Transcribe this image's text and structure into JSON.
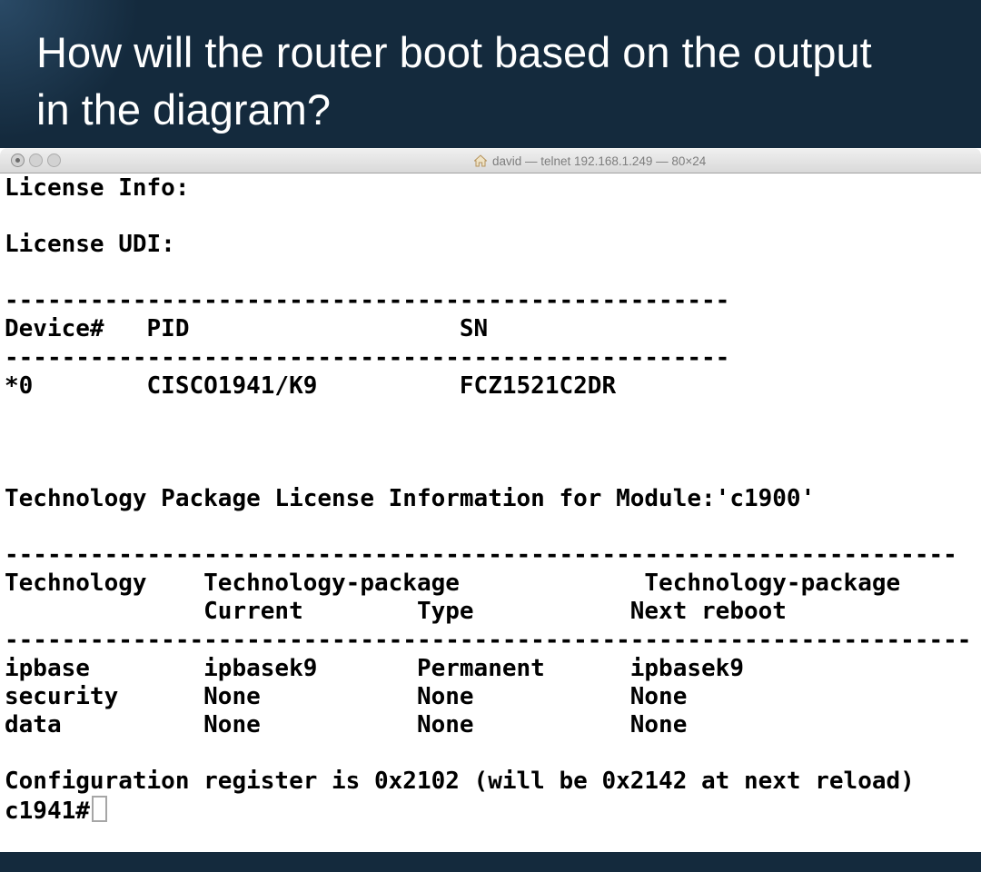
{
  "question": {
    "line1": "How will the router boot based on the output",
    "line2": "in the diagram?"
  },
  "window": {
    "title": "david — telnet 192.168.1.249 — 80×24",
    "home_icon": "home-icon",
    "buttons": {
      "close": "close-button",
      "minimize": "minimize-button",
      "zoom": "zoom-button"
    }
  },
  "terminal": {
    "output_lines": [
      "License Info:",
      "",
      "License UDI:",
      "",
      "---------------------------------------------------",
      "Device#   PID                   SN",
      "---------------------------------------------------",
      "*0        CISCO1941/K9          FCZ1521C2DR",
      "",
      "",
      "",
      "Technology Package License Information for Module:'c1900'",
      "",
      "-------------------------------------------------------------------",
      "Technology    Technology-package             Technology-package",
      "              Current        Type           Next reboot",
      "--------------------------------------------------------------------",
      "ipbase        ipbasek9       Permanent      ipbasek9",
      "security      None           None           None",
      "data          None           None           None",
      "",
      "Configuration register is 0x2102 (will be 0x2142 at next reload)",
      ""
    ],
    "prompt": "c1941#",
    "size": "80×24"
  },
  "colors": {
    "header_bg": "#142a3d",
    "footer_bg": "#142a3d",
    "terminal_bg": "#ffffff",
    "terminal_text": "#000000",
    "titlebar_text": "#7d7d7d"
  }
}
